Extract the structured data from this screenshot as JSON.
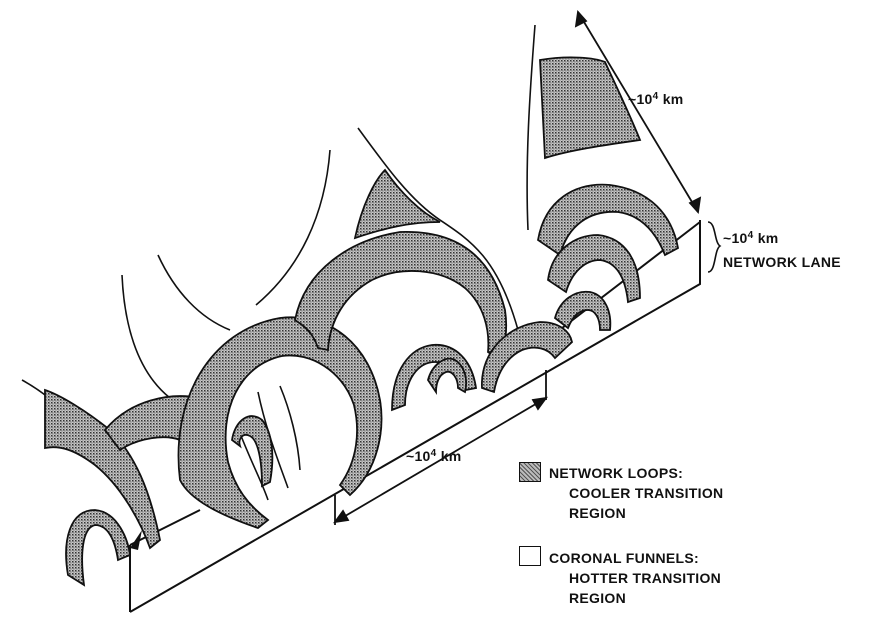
{
  "scale_labels": {
    "top_diagonal": {
      "prefix": "~10",
      "exp": "4",
      "unit": " km"
    },
    "lane_height": {
      "prefix": "~10",
      "exp": "4",
      "unit": " km"
    },
    "lane_name": "NETWORK LANE",
    "bottom_span": {
      "prefix": "~10",
      "exp": "4",
      "unit": " km"
    }
  },
  "legend": [
    {
      "line1": "NETWORK LOOPS:",
      "line2": "COOLER TRANSITION",
      "line3": "REGION",
      "fill": "stippled"
    },
    {
      "line1": "CORONAL FUNNELS:",
      "line2": "HOTTER TRANSITION",
      "line3": "REGION",
      "fill": "light-dotted"
    }
  ],
  "colors": {
    "ink": "#111111",
    "loop_fill": "#9a9a9a",
    "background": "#ffffff"
  }
}
